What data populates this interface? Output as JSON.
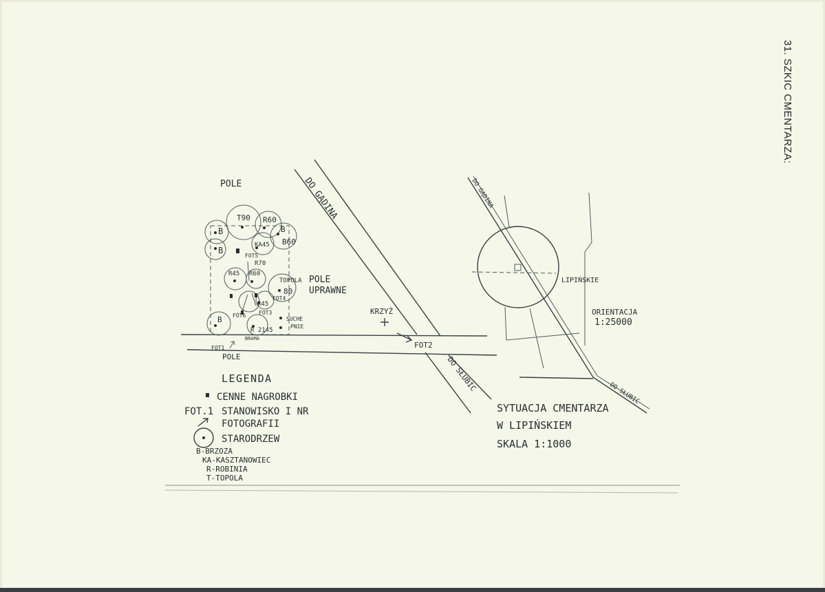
{
  "side_title": "31. SZKIC CMENTARZA:",
  "sketch": {
    "field_top": "POLE",
    "field_bottom": "POLE",
    "field_cultivated": [
      "POLE",
      "UPRAWNE"
    ],
    "road_gadina": "DO GĄDINA",
    "road_slubic": "DO SŁUBIC",
    "cross_label": "KRZYŻ",
    "fot1": "FOT1",
    "fot2": "FOT2",
    "fot3": "FOT3",
    "fot4": "FOT4",
    "fot5": "FOT5",
    "fot6": "FOT6",
    "gate": "BRAMA",
    "dry_pines": [
      "SUCHE",
      "PNIE"
    ],
    "trees": {
      "t90": "T90",
      "r60a": "R60",
      "b1": "B",
      "b2": "B",
      "b3": "B",
      "b60": "B60",
      "b4": "B",
      "ka45": "KA45",
      "r70": "R70",
      "r45a": "R45",
      "r60b": "R60",
      "topola": "TOPOLA",
      "t80": "80",
      "r45b": "R45",
      "r2145": "R 2145"
    }
  },
  "legend": {
    "title": "LEGENDA",
    "valuable_graves": "CENNE NAGROBKI",
    "photo_code": "FOT.1",
    "photo_desc_1": "STANOWISKO I NR",
    "photo_desc_2": "FOTOGRAFII",
    "old_trees": "STARODRZEW",
    "species": [
      "B-BRZOZA",
      "KA-KASZTANOWIEC",
      "R-ROBINIA",
      "T-TOPOLA"
    ]
  },
  "situation": {
    "road_gadina": "DO GĄDINA",
    "road_slubic": "DO SŁUBIC",
    "village": "LIPIŃSKIE",
    "orientation_label": "ORIENTACJA",
    "orientation_scale": "1:25000",
    "title_1": "SYTUACJA CMENTARZA",
    "title_2": "W LIPIŃSKIEM",
    "scale": "SKALA   1:1000"
  }
}
